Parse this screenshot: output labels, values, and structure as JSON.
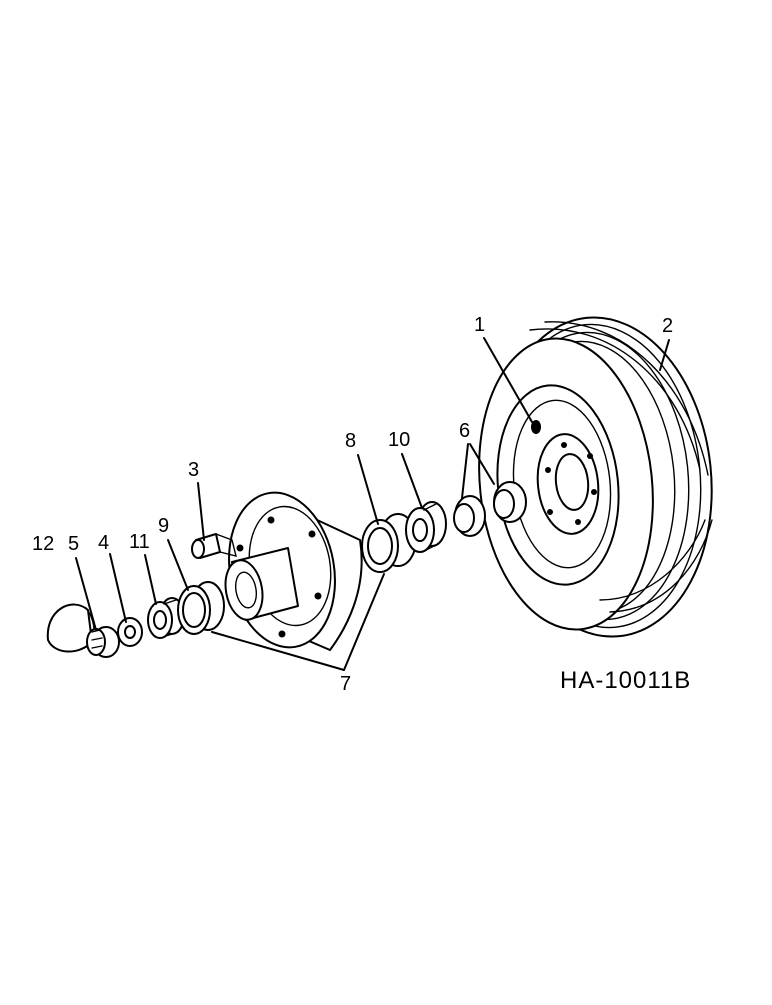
{
  "diagram": {
    "drawing_code": "HA-10011B",
    "callouts": {
      "c1": "1",
      "c2": "2",
      "c3": "3",
      "c4": "4",
      "c5": "5",
      "c6": "6",
      "c7": "7",
      "c8": "8",
      "c9": "9",
      "c10": "10",
      "c11": "11",
      "c12": "12"
    }
  }
}
